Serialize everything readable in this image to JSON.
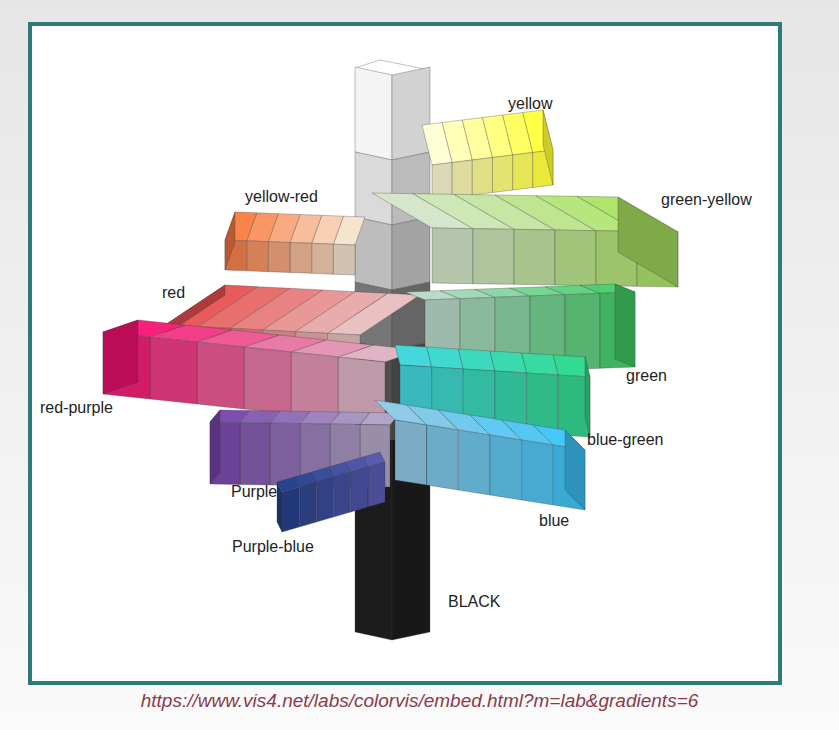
{
  "diagram": {
    "caption": "https://www.vis4.net/labs/colorvis/embed.html?m=lab&gradients=6",
    "labels": [
      "yellow",
      "green-yellow",
      "yellow-red",
      "red",
      "green",
      "red-purple",
      "blue-green",
      "Purple",
      "blue",
      "Purple-blue",
      "BLACK"
    ]
  }
}
